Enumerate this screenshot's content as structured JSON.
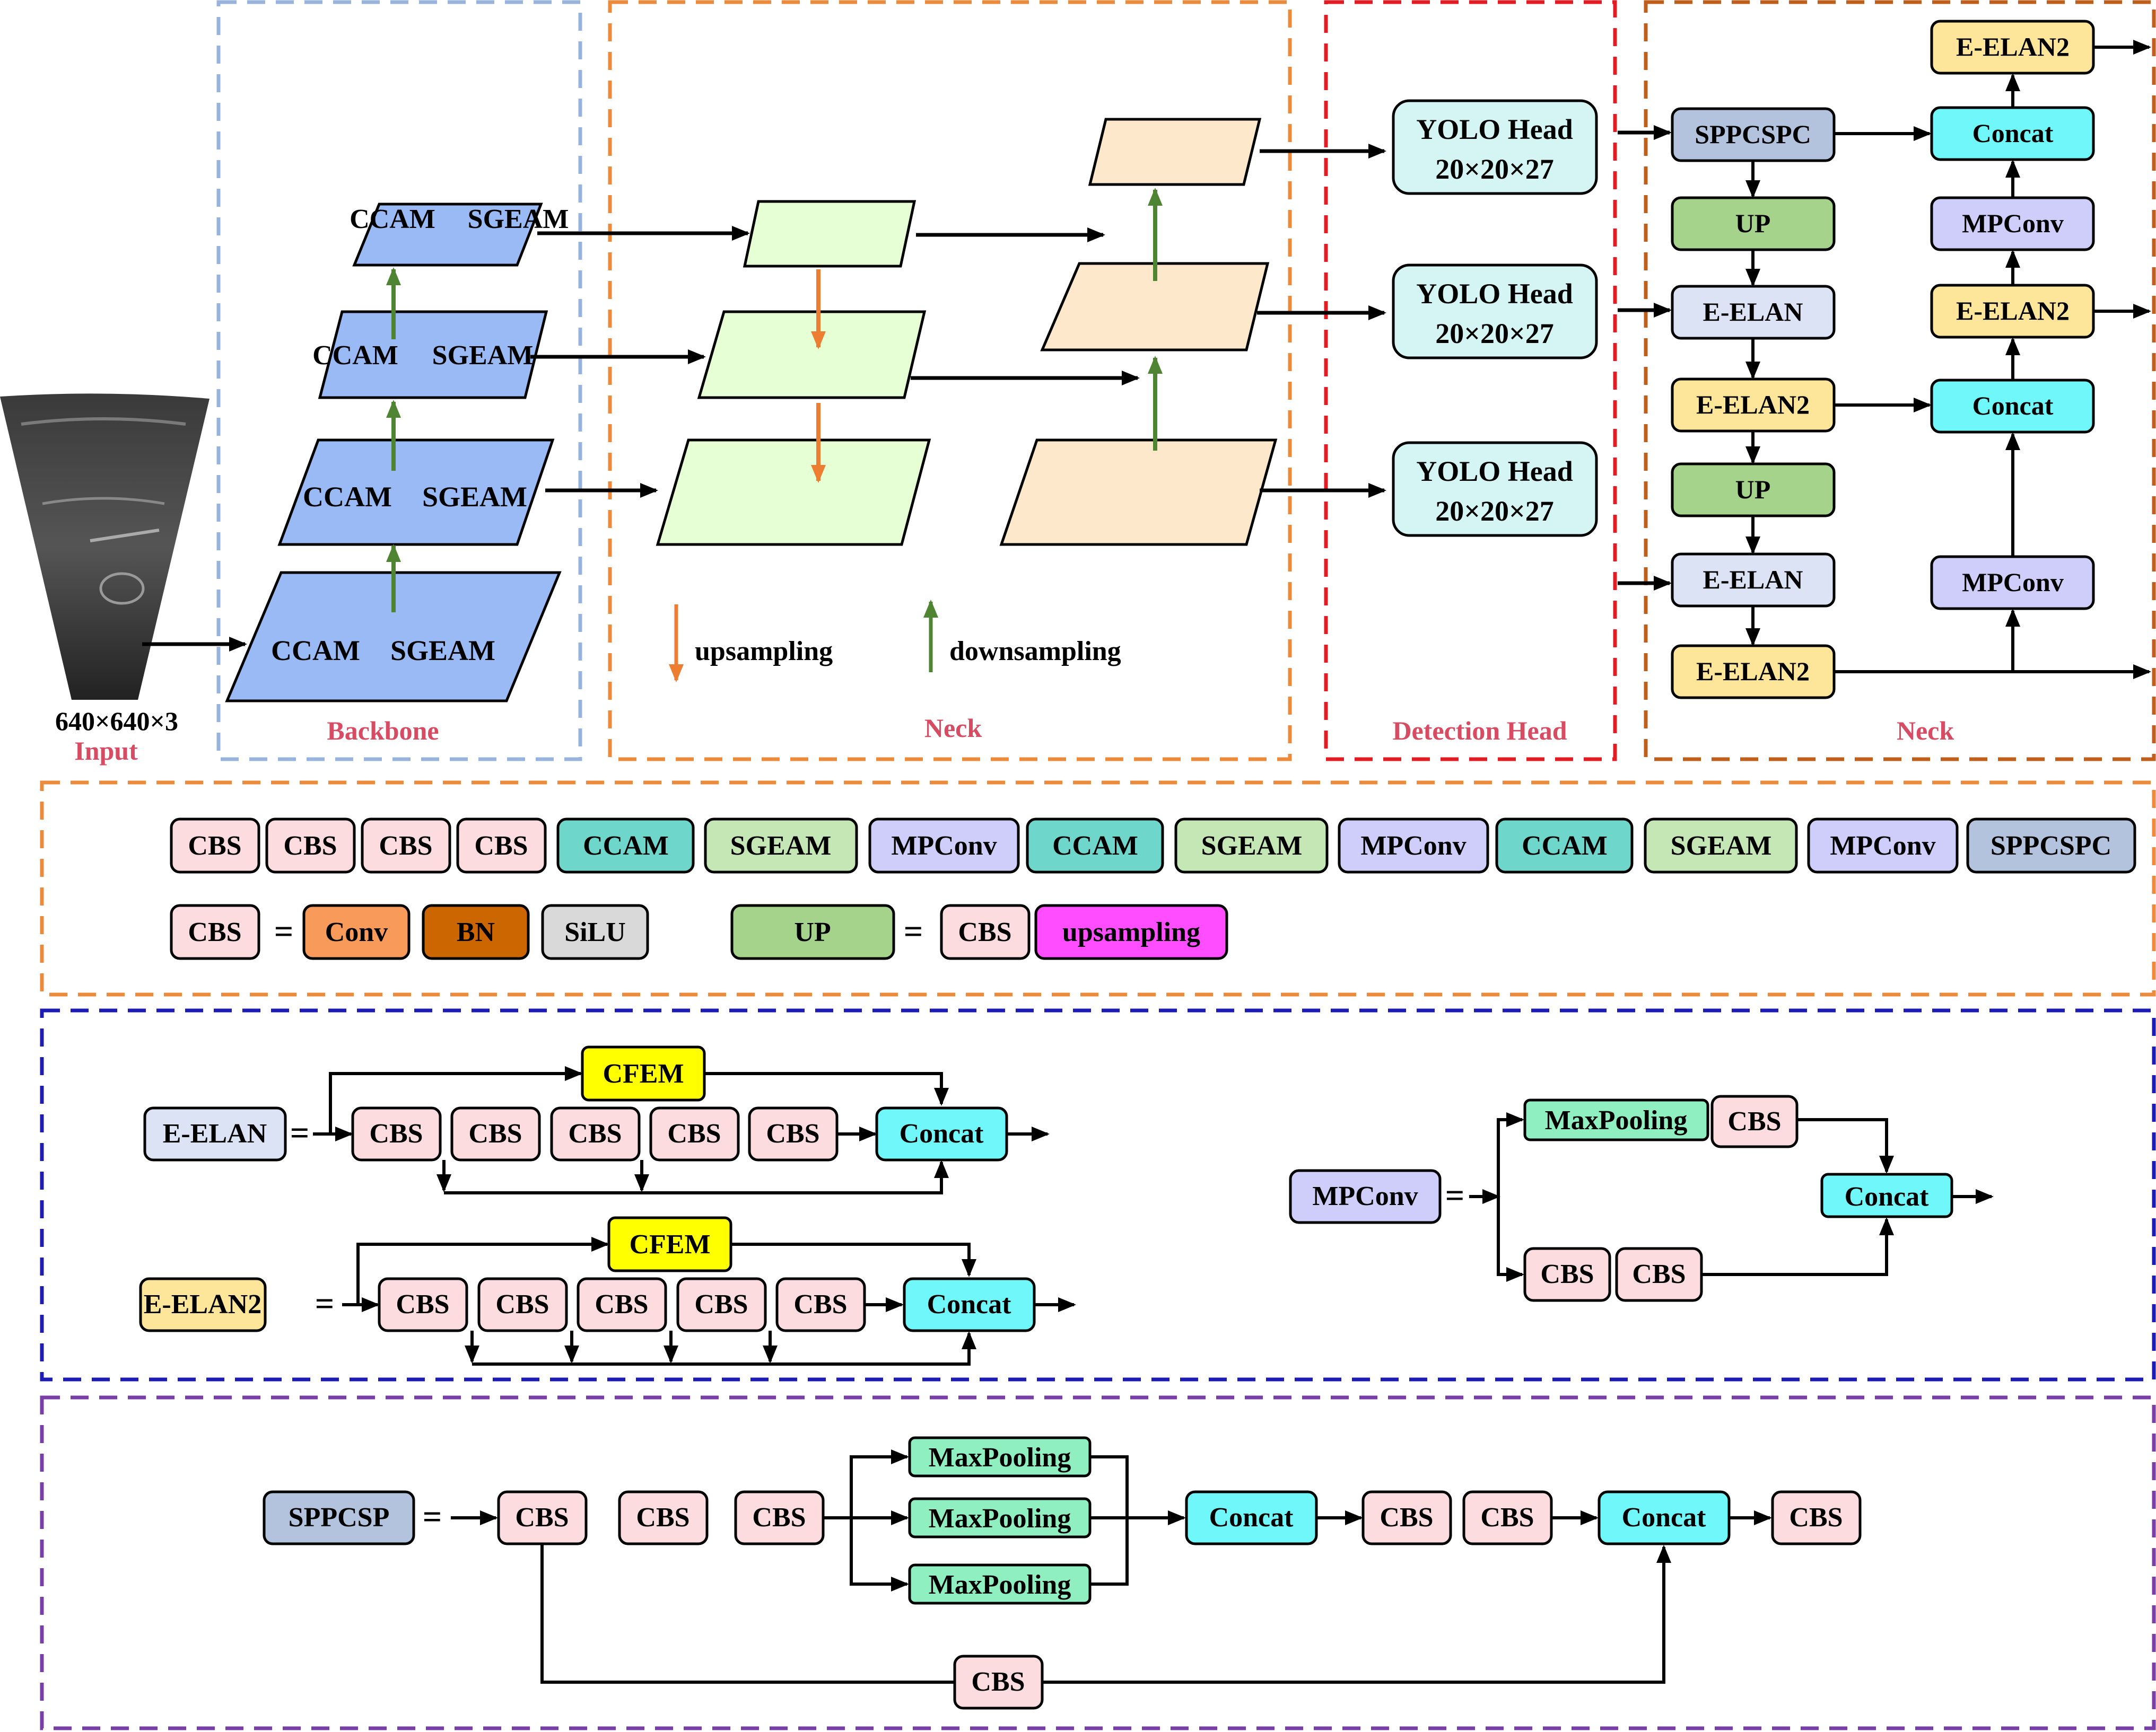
{
  "sections": {
    "input": "Input",
    "input_size": "640×640×3",
    "backbone": "Backbone",
    "neck": "Neck",
    "detection_head": "Detection Head",
    "neck2": "Neck"
  },
  "backbone_layers": [
    {
      "left": "CCAM",
      "right": "SGEAM"
    },
    {
      "left": "CCAM",
      "right": "SGEAM"
    },
    {
      "left": "CCAM",
      "right": "SGEAM"
    },
    {
      "left": "CCAM",
      "right": "SGEAM"
    }
  ],
  "legend": {
    "upsampling": "upsampling",
    "downsampling": "downsampling"
  },
  "heads": [
    {
      "title": "YOLO Head",
      "size": "20×20×27"
    },
    {
      "title": "YOLO Head",
      "size": "20×20×27"
    },
    {
      "title": "YOLO Head",
      "size": "20×20×27"
    }
  ],
  "neck_right": {
    "e_elan2_top": "E-ELAN2",
    "sppcspc": "SPPCSPC",
    "concat_top": "Concat",
    "up1": "UP",
    "mpconv1": "MPConv",
    "e_elan_1": "E-ELAN",
    "e_elan2_mid": "E-ELAN2",
    "e_elan2_a": "E-ELAN2",
    "concat_mid": "Concat",
    "up2": "UP",
    "e_elan_2": "E-ELAN",
    "mpconv2": "MPConv",
    "e_elan2_b": "E-ELAN2"
  },
  "sequence": [
    "CBS",
    "CBS",
    "CBS",
    "CBS",
    "CCAM",
    "SGEAM",
    "MPConv",
    "CCAM",
    "SGEAM",
    "MPConv",
    "CCAM",
    "SGEAM",
    "MPConv",
    "SPPCSPC"
  ],
  "cbs_def": {
    "name": "CBS",
    "eq": "=",
    "parts": [
      "Conv",
      "BN",
      "SiLU"
    ]
  },
  "up_def": {
    "name": "UP",
    "eq": "=",
    "parts": [
      "CBS",
      "upsampling"
    ]
  },
  "eelan_def": {
    "name": "E-ELAN",
    "eq": "=",
    "cfem": "CFEM",
    "cbs": [
      "CBS",
      "CBS",
      "CBS",
      "CBS",
      "CBS"
    ],
    "concat": "Concat"
  },
  "eelan2_def": {
    "name": "E-ELAN2",
    "eq": "=",
    "cfem": "CFEM",
    "cbs": [
      "CBS",
      "CBS",
      "CBS",
      "CBS",
      "CBS"
    ],
    "concat": "Concat"
  },
  "mpconv_def": {
    "name": "MPConv",
    "eq": "=",
    "maxpool": "MaxPooling",
    "cbs_top": "CBS",
    "cbs_bottom": [
      "CBS",
      "CBS"
    ],
    "concat": "Concat"
  },
  "sppcsp_def": {
    "name": "SPPCSP",
    "eq": "=",
    "cbs": [
      "CBS",
      "CBS",
      "CBS"
    ],
    "maxpool": [
      "MaxPooling",
      "MaxPooling",
      "MaxPooling"
    ],
    "concat1": "Concat",
    "cbs2": [
      "CBS",
      "CBS"
    ],
    "concat2": "Concat",
    "cbs_out": "CBS",
    "cbs_skip": "CBS"
  },
  "colors": {
    "cbs": "#fcdcdf",
    "ccam": "#6fd6cc",
    "sgeam": "#c5e6b5",
    "mpconv": "#cfcdf9",
    "sppcspc": "#b3c2dd",
    "conv": "#f89a5a",
    "bn": "#cc6600",
    "silu": "#d9d9d9",
    "up": "#a6d38c",
    "upsampling": "#ff4dff",
    "eelan": "#dce3f5",
    "eelan2": "#fde59a",
    "concat": "#6ff7f9",
    "cfem": "#ffff00",
    "maxpool": "#8fefc0",
    "yolo": "#d4f5f3",
    "backbone_layer": "#99baf5",
    "neck_green": "#e6ffd5",
    "neck_orange": "#fde8cc",
    "label": "#d74c63",
    "arrow_up": "#ed7d31",
    "arrow_down": "#4f8532"
  },
  "icons": {
    "input_image": "sonar-fan-image"
  }
}
